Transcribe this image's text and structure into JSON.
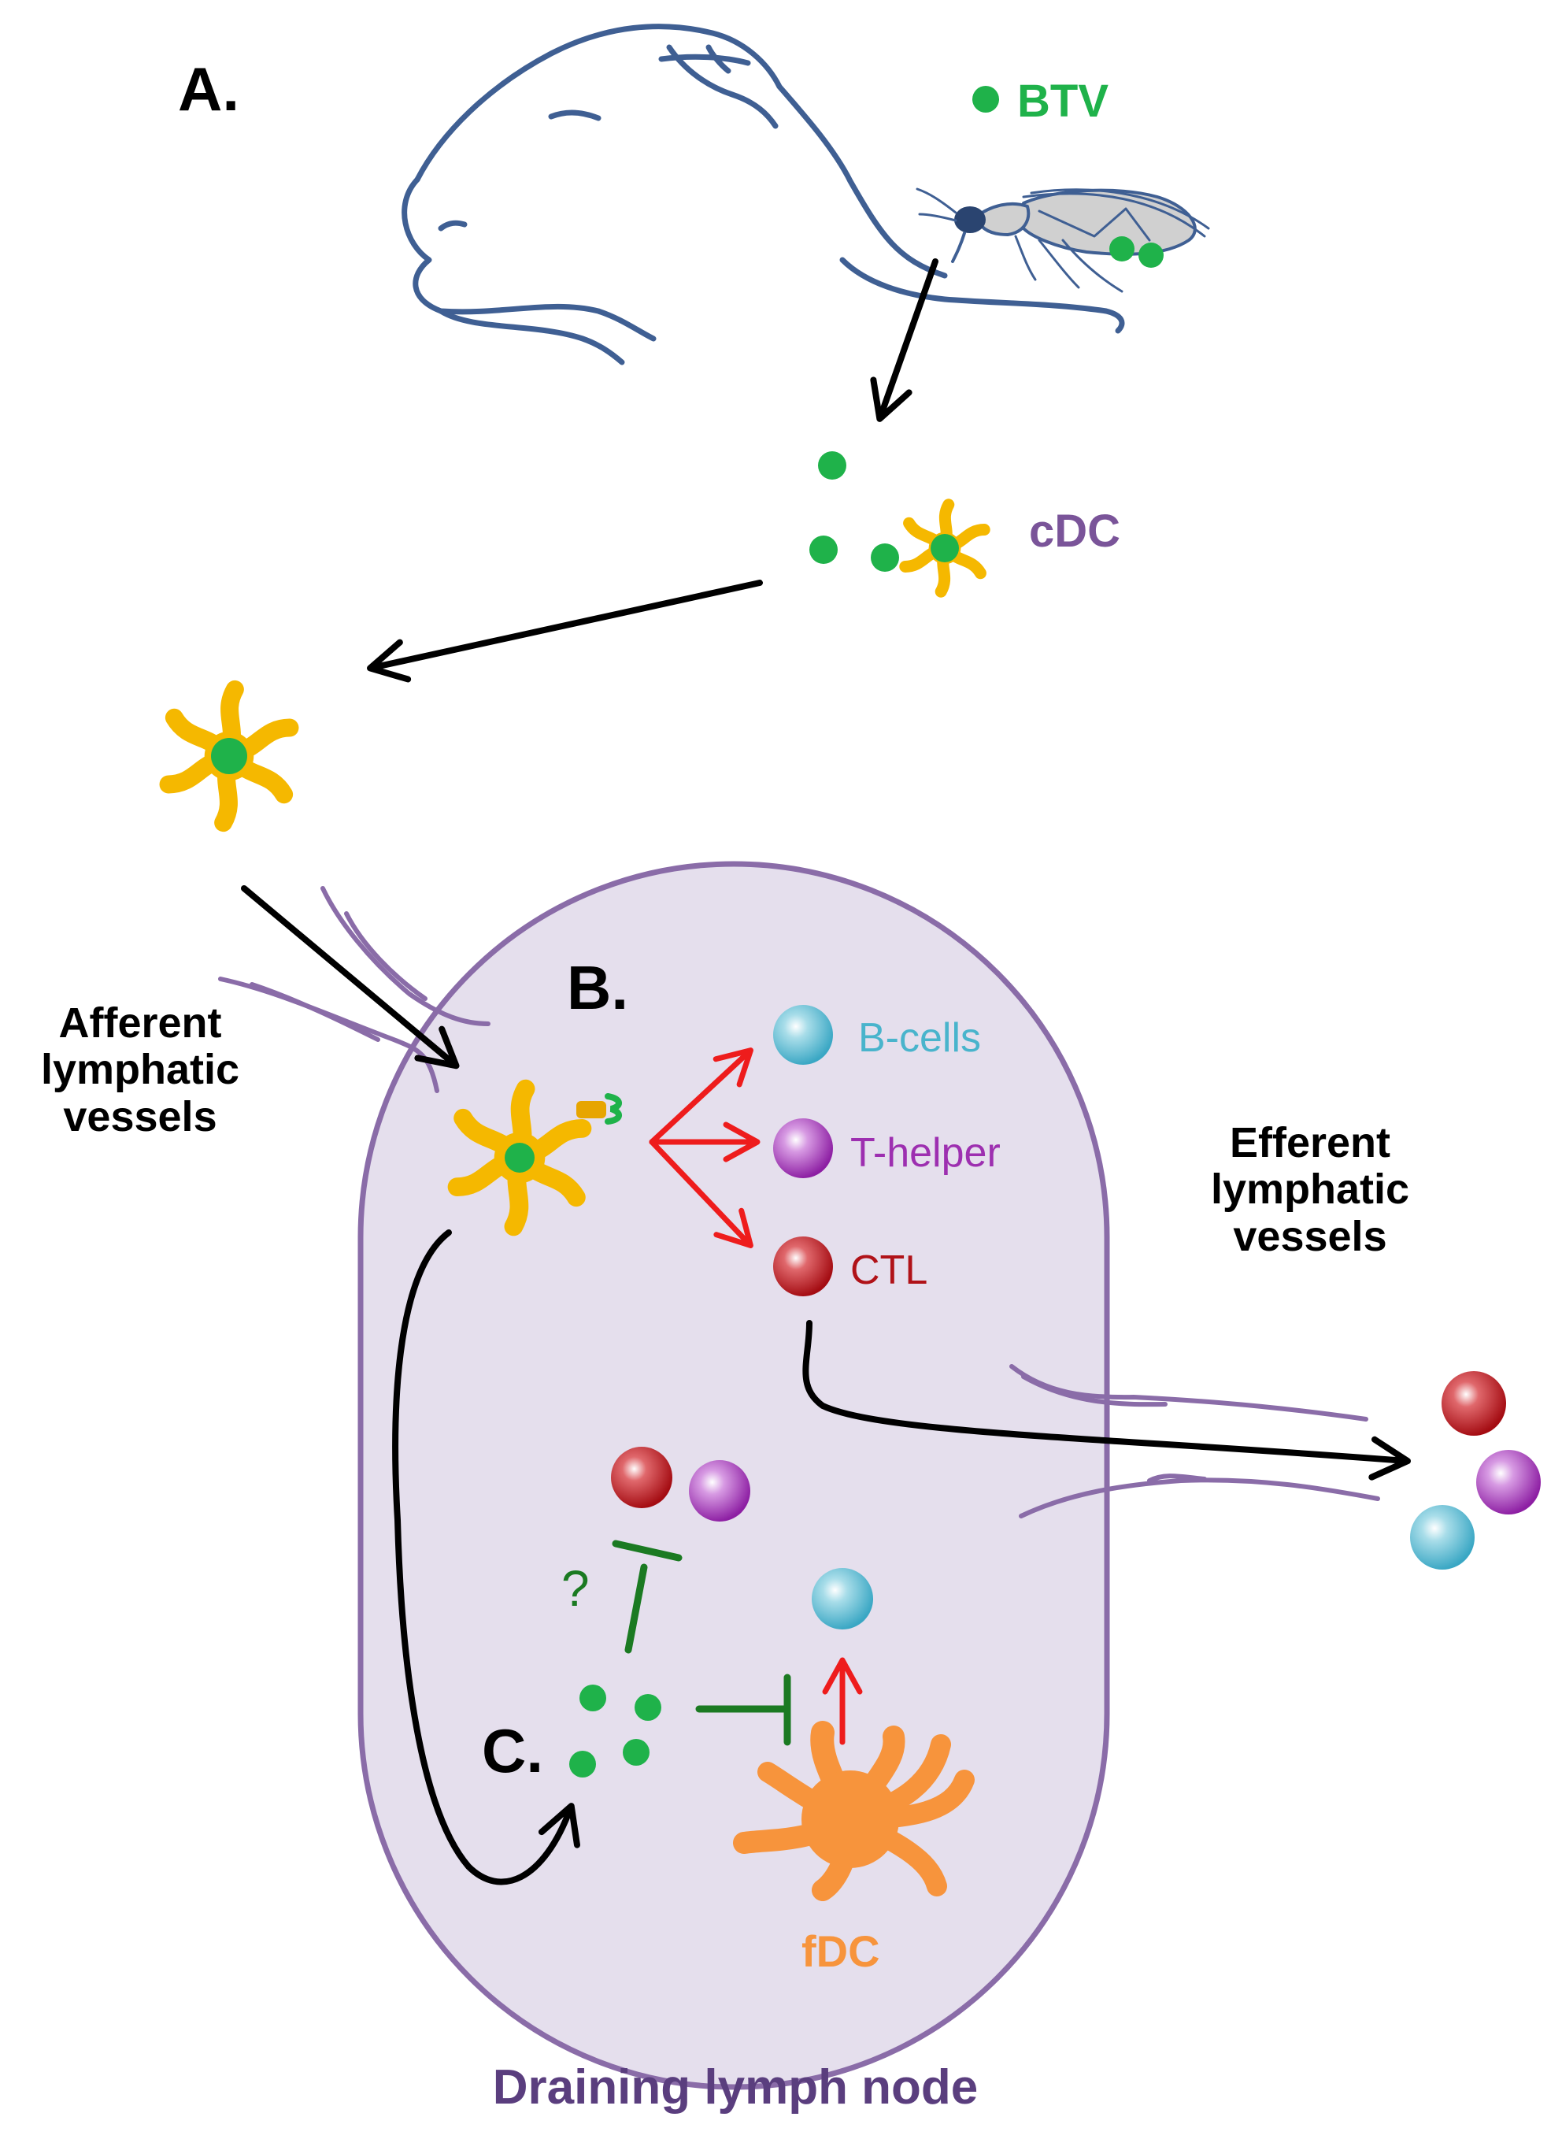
{
  "panels": {
    "a": "A.",
    "b": "B.",
    "c": "C."
  },
  "labels": {
    "btv": "BTV",
    "cdc": "cDC",
    "afferent": "Afferent\nlymphatic\nvessels",
    "efferent": "Efferent\nlymphatic\nvessels",
    "b_cells": "B-cells",
    "t_helper": "T-helper",
    "ctl": "CTL",
    "question": "?",
    "fdc": "fDC",
    "node": "Draining lymph node"
  },
  "colors": {
    "virus": "#1fb24a",
    "dc": "#f5b800",
    "fdc": "#f7943c",
    "b_cell": "#49b4cc",
    "t_helper": "#9d2fb0",
    "ctl": "#b01218",
    "node_fill": "#e5dfed",
    "node_stroke": "#8a6ca8",
    "sheep": "#3f5f93",
    "stimulate": "#ee1c1c",
    "inhibit": "#1b7a22",
    "arrow": "#000000",
    "cdc_text": "#7a5499",
    "node_text": "#5a3e7e"
  }
}
